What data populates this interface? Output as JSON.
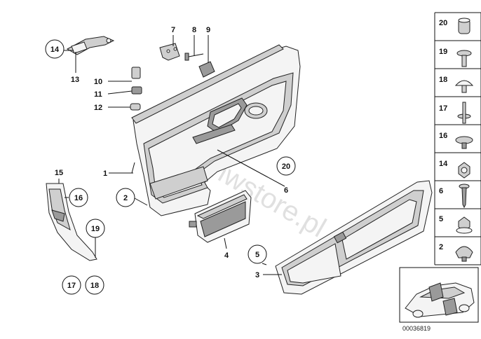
{
  "diagram": {
    "callouts": [
      {
        "id": "c14",
        "label": "14"
      },
      {
        "id": "c13",
        "label": "13"
      },
      {
        "id": "c7",
        "label": "7"
      },
      {
        "id": "c8",
        "label": "8"
      },
      {
        "id": "c9",
        "label": "9"
      },
      {
        "id": "c10",
        "label": "10"
      },
      {
        "id": "c11",
        "label": "11"
      },
      {
        "id": "c12",
        "label": "12"
      },
      {
        "id": "c1",
        "label": "1"
      },
      {
        "id": "c2",
        "label": "2"
      },
      {
        "id": "c15",
        "label": "15"
      },
      {
        "id": "c16",
        "label": "16"
      },
      {
        "id": "c19",
        "label": "19"
      },
      {
        "id": "c17",
        "label": "17"
      },
      {
        "id": "c18",
        "label": "18"
      },
      {
        "id": "c20",
        "label": "20"
      },
      {
        "id": "c6",
        "label": "6"
      },
      {
        "id": "c4",
        "label": "4"
      },
      {
        "id": "c5",
        "label": "5"
      },
      {
        "id": "c3",
        "label": "3"
      }
    ],
    "fasteners": [
      {
        "label": "20",
        "icon": "cap-icon"
      },
      {
        "label": "19",
        "icon": "expanding-rivet-icon"
      },
      {
        "label": "18",
        "icon": "push-clip-icon"
      },
      {
        "label": "17",
        "icon": "expanding-rivet-long-icon"
      },
      {
        "label": "16",
        "icon": "trim-clip-icon"
      },
      {
        "label": "14",
        "icon": "hex-nut-icon"
      },
      {
        "label": "6",
        "icon": "screw-icon"
      },
      {
        "label": "5",
        "icon": "flange-nut-icon"
      },
      {
        "label": "2",
        "icon": "clip-nut-icon"
      }
    ],
    "diagram_code": "00036819",
    "watermark": "bmwstore.pl"
  }
}
